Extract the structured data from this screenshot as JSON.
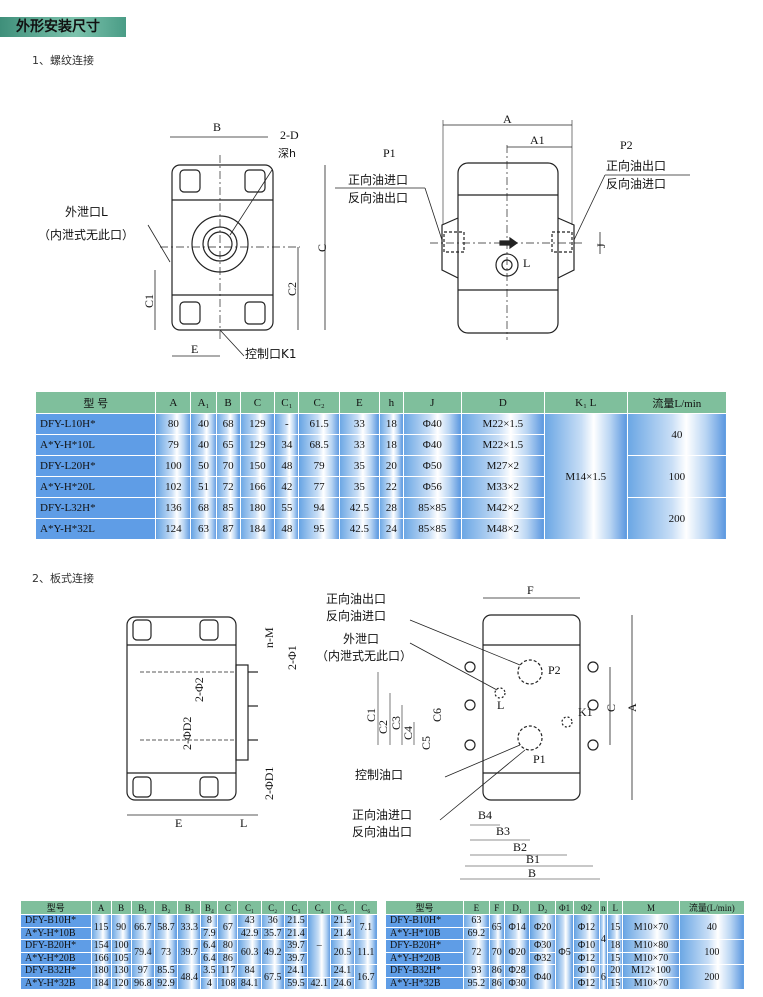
{
  "header": {
    "title": "外形安装尺寸"
  },
  "section1": {
    "title": "1、螺纹连接",
    "labels": {
      "B": "B",
      "twoD": "2-D",
      "depth": "深h",
      "drain": "外泄口L",
      "drain_note": "（内泄式无此口）",
      "C": "C",
      "C1": "C1",
      "C2": "C2",
      "E": "E",
      "control": "控制口K1",
      "A": "A",
      "A1": "A1",
      "P1": "P1",
      "p1_fwd": "正向油进口",
      "p1_rev": "反向油出口",
      "P2": "P2",
      "p2_fwd": "正向油出口",
      "p2_rev": "反向油进口",
      "J": "J",
      "L": "L"
    }
  },
  "table1": {
    "headers": [
      "型 号",
      "A",
      "A₁",
      "B",
      "C",
      "C₁",
      "C₂",
      "E",
      "h",
      "J",
      "D",
      "K₁ L",
      "流量L/min"
    ],
    "rows": [
      [
        "DFY-L10H*",
        "80",
        "40",
        "68",
        "129",
        "-",
        "61.5",
        "33",
        "18",
        "Φ40",
        "M22×1.5",
        {
          "v": "M14×1.5",
          "rs": 6
        },
        {
          "v": "40",
          "rs": 2
        }
      ],
      [
        "A*Y-H*10L",
        "79",
        "40",
        "65",
        "129",
        "34",
        "68.5",
        "33",
        "18",
        "Φ40",
        "M22×1.5"
      ],
      [
        "DFY-L20H*",
        "100",
        "50",
        "70",
        "150",
        "48",
        "79",
        "35",
        "20",
        "Φ50",
        "M27×2",
        {
          "v": "100",
          "rs": 2
        }
      ],
      [
        "A*Y-H*20L",
        "102",
        "51",
        "72",
        "166",
        "42",
        "77",
        "35",
        "22",
        "Φ56",
        "M33×2"
      ],
      [
        "DFY-L32H*",
        "136",
        "68",
        "85",
        "180",
        "55",
        "94",
        "42.5",
        "28",
        "85×85",
        "M42×2",
        {
          "v": "200",
          "rs": 2
        }
      ],
      [
        "A*Y-H*32L",
        "124",
        "63",
        "87",
        "184",
        "48",
        "95",
        "42.5",
        "24",
        "85×85",
        "M48×2"
      ]
    ]
  },
  "section2": {
    "title": "2、板式连接",
    "labels": {
      "nM": "n-M",
      "twoPhi1": "2-Φ1",
      "twoPhi2": "2-Φ2",
      "twoPhiD2": "2-ΦD2",
      "twoPhiD1": "2-ΦD1",
      "E": "E",
      "L": "L",
      "F": "F",
      "p2_fwd": "正向油出口",
      "p2_rev": "反向油进口",
      "drain": "外泄口",
      "drain_note": "（内泄式无此口）",
      "P2": "P2",
      "Lport": "L",
      "K1": "K1",
      "P1": "P1",
      "control": "控制油口",
      "p1_fwd": "正向油进口",
      "p1_rev": "反向油出口",
      "C1": "C1",
      "C2": "C2",
      "C3": "C3",
      "C4": "C4",
      "C5": "C5",
      "C6": "C6",
      "C": "C",
      "A": "A",
      "B4": "B4",
      "B3": "B3",
      "B2": "B2",
      "B1": "B1",
      "B": "B"
    }
  },
  "table2": {
    "headers": [
      "型号",
      "A",
      "B",
      "B₁",
      "B₂",
      "B₃",
      "B₄",
      "C",
      "C₁",
      "C₂",
      "C₃",
      "C₄",
      "C₅",
      "C₆"
    ],
    "rows": [
      [
        "DFY-B10H*",
        {
          "v": "115",
          "rs": 2
        },
        {
          "v": "90",
          "rs": 2
        },
        {
          "v": "66.7",
          "rs": 2
        },
        {
          "v": "58.7",
          "rs": 2
        },
        {
          "v": "33.3",
          "rs": 2
        },
        "8",
        {
          "v": "67",
          "rs": 2
        },
        "43",
        "36",
        "21.5",
        {
          "v": "–",
          "rs": 5
        },
        "21.5",
        {
          "v": "7.1",
          "rs": 2
        }
      ],
      [
        "A*Y-H*10B",
        "7.9",
        "42.9",
        "35.7",
        "21.4",
        "21.4"
      ],
      [
        "DFY-B20H*",
        "154",
        "100",
        {
          "v": "79.4",
          "rs": 2
        },
        {
          "v": "73",
          "rs": 2
        },
        {
          "v": "39.7",
          "rs": 2
        },
        "6.4",
        "80",
        {
          "v": "60.3",
          "rs": 2
        },
        {
          "v": "49.2",
          "rs": 2
        },
        "39.7",
        {
          "v": "20.5",
          "rs": 2
        },
        {
          "v": "11.1",
          "rs": 2
        }
      ],
      [
        "A*Y-H*20B",
        "166",
        "105",
        "6.4",
        "86",
        "39.7"
      ],
      [
        "DFY-B32H*",
        "180",
        "130",
        "97",
        "85.5",
        {
          "v": "48.4",
          "rs": 2
        },
        "3.5",
        "117",
        "84",
        {
          "v": "67.5",
          "rs": 2
        },
        "24.1",
        "24.1",
        {
          "v": "16.7",
          "rs": 2
        }
      ],
      [
        "A*Y-H*32B",
        "184",
        "120",
        "96.8",
        "92.9",
        "4",
        "108",
        "84.1",
        "59.5",
        "42.1",
        "24.6"
      ]
    ]
  },
  "table3": {
    "headers": [
      "型号",
      "E",
      "F",
      "D₁",
      "D₂",
      "Φ1",
      "Φ2",
      "n",
      "L",
      "M",
      "流量(L/min)"
    ],
    "rows": [
      [
        "DFY-B10H*",
        "63",
        {
          "v": "65",
          "rs": 2
        },
        {
          "v": "Φ14",
          "rs": 2
        },
        {
          "v": "Φ20",
          "rs": 2
        },
        {
          "v": "Φ5",
          "rs": 6
        },
        {
          "v": "Φ12",
          "rs": 2
        },
        {
          "v": "4",
          "rs": 4
        },
        {
          "v": "15",
          "rs": 2
        },
        {
          "v": "M10×70",
          "rs": 2
        },
        {
          "v": "40",
          "rs": 2
        }
      ],
      [
        "A*Y-H*10B",
        "69.2"
      ],
      [
        "DFY-B20H*",
        {
          "v": "72",
          "rs": 2
        },
        {
          "v": "70",
          "rs": 2
        },
        {
          "v": "Φ20",
          "rs": 2
        },
        "Φ30",
        "Φ10",
        "18",
        "M10×80",
        {
          "v": "100",
          "rs": 2
        }
      ],
      [
        "A*Y-H*20B",
        "Φ32",
        "Φ12",
        "15",
        "M10×70"
      ],
      [
        "DFY-B32H*",
        "93",
        "86",
        "Φ28",
        {
          "v": "Φ40",
          "rs": 2
        },
        "Φ10",
        {
          "v": "6",
          "rs": 2
        },
        "20",
        "M12×100",
        {
          "v": "200",
          "rs": 2
        }
      ],
      [
        "A*Y-H*32B",
        "95.2",
        "86",
        "Φ30",
        "Φ12",
        "15",
        "M10×70"
      ]
    ]
  }
}
